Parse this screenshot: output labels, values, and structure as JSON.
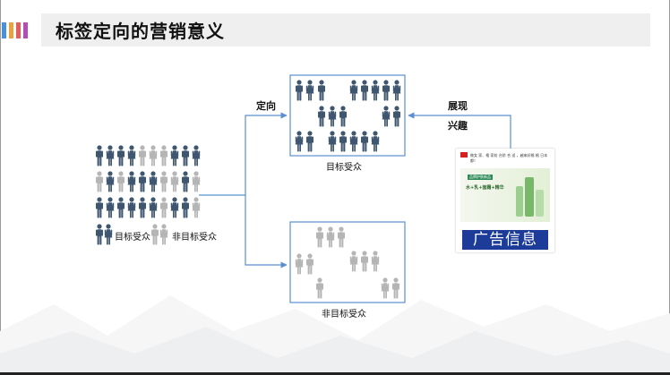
{
  "header": {
    "title": "标签定向的营销意义"
  },
  "logo": {
    "stripe_colors": [
      "#4a90d9",
      "#e8a33c",
      "#e25d5d",
      "#b04fb5"
    ]
  },
  "diagram": {
    "left_legend": {
      "target": "目标受众",
      "non_target": "非目标受众"
    },
    "targeted_box_label": "目标受众",
    "non_target_box_label": "非目标受众",
    "arrow_label_targeting": "定向",
    "arrow_label_display": "展现",
    "arrow_label_interest": "兴趣"
  },
  "ad": {
    "intro_text": "做女 家、格 家纺 台阶 合 适 ，越来好格 格 日本都！",
    "product_tag": "品牌护肤新品",
    "slogan": "水+乳+面霜+精华",
    "banner_text": "广告信息"
  },
  "colors": {
    "target_person": "#3f5670",
    "non_target_person": "#b5b5b5",
    "connector": "#5b8fd1",
    "box_border": "#5b8fd1"
  }
}
